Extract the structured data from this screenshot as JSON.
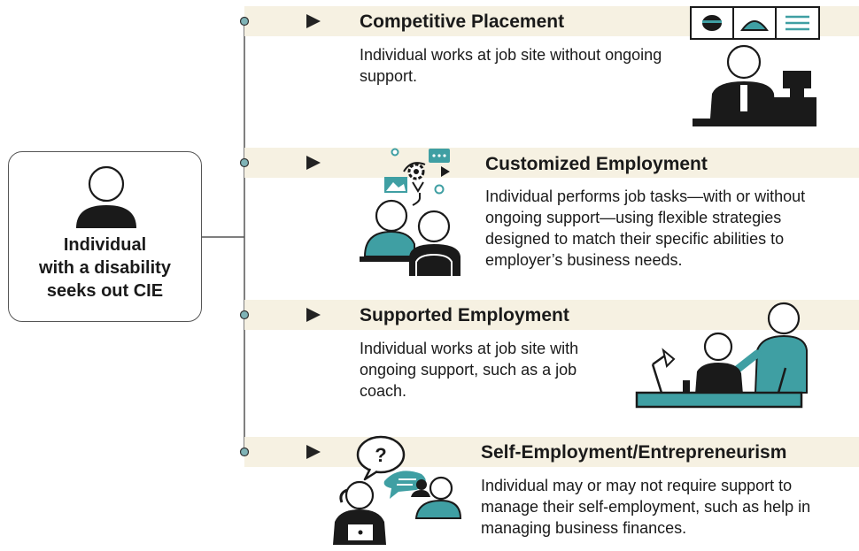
{
  "source": {
    "label": "Individual\nwith a disability\nseeks out CIE"
  },
  "options": [
    {
      "title": "Competitive Placement",
      "description": "Individual works at job site without ongoing support."
    },
    {
      "title": "Customized Employment",
      "description": "Individual performs job tasks—with or without ongoing support—using flexible strategies designed to match their specific abilities to employer’s business needs."
    },
    {
      "title": "Supported Employment",
      "description": "Individual works at job site with ongoing support, such as a job coach."
    },
    {
      "title": "Self-Employment/Entrepreneurism",
      "description": "Individual may or may not require support to manage their self-employment, such as help in managing business finances."
    }
  ],
  "icons": {
    "source": "person-icon",
    "competitive": "cashier-icon",
    "customized": "collaboration-icon",
    "supported": "job-coach-icon",
    "self_employment": "entrepreneur-icon"
  },
  "colors": {
    "teal": "#3f9fa3",
    "dark": "#1a1a1a",
    "band": "#f6f1e2"
  }
}
